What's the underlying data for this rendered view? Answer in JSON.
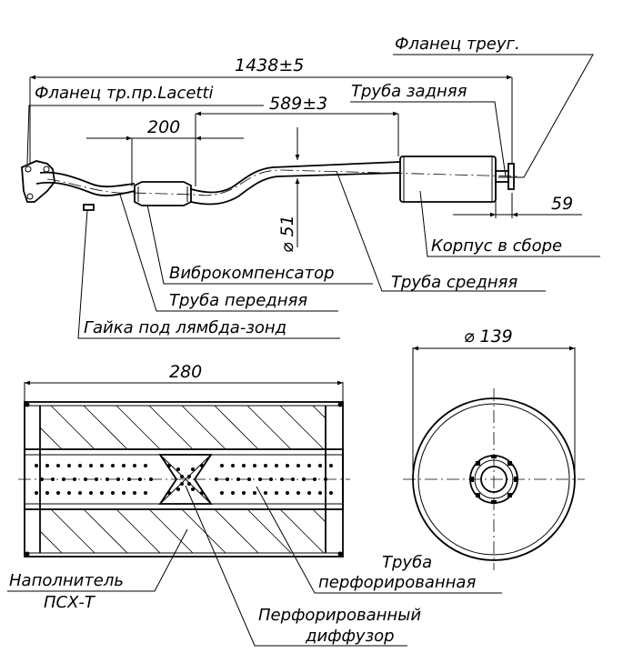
{
  "assembly": {
    "dim_total": "1438±5",
    "dim_mid": "589±3",
    "dim_front": "200",
    "dim_pipe": "⌀ 51",
    "dim_tail": "59",
    "label_flange_tri": "Фланец треуг.",
    "label_flange_front": "Фланец тр.пр.Lacetti",
    "label_rear_pipe": "Труба задняя",
    "label_body": "Корпус в сборе",
    "label_mid_pipe": "Труба средняя",
    "label_vibro": "Виброкомпенсатор",
    "label_front_pipe": "Труба передняя",
    "label_lambda_nut": "Гайка под лямбда-зонд"
  },
  "section": {
    "dim_length": "280",
    "label_filler_1": "Наполнитель",
    "label_filler_2": "ПСХ-Т",
    "label_perf_pipe_1": "Труба",
    "label_perf_pipe_2": "перфорированная",
    "label_diffuser_1": "Перфорированный",
    "label_diffuser_2": "диффузор"
  },
  "end_view": {
    "dim_diameter": "⌀ 139"
  }
}
